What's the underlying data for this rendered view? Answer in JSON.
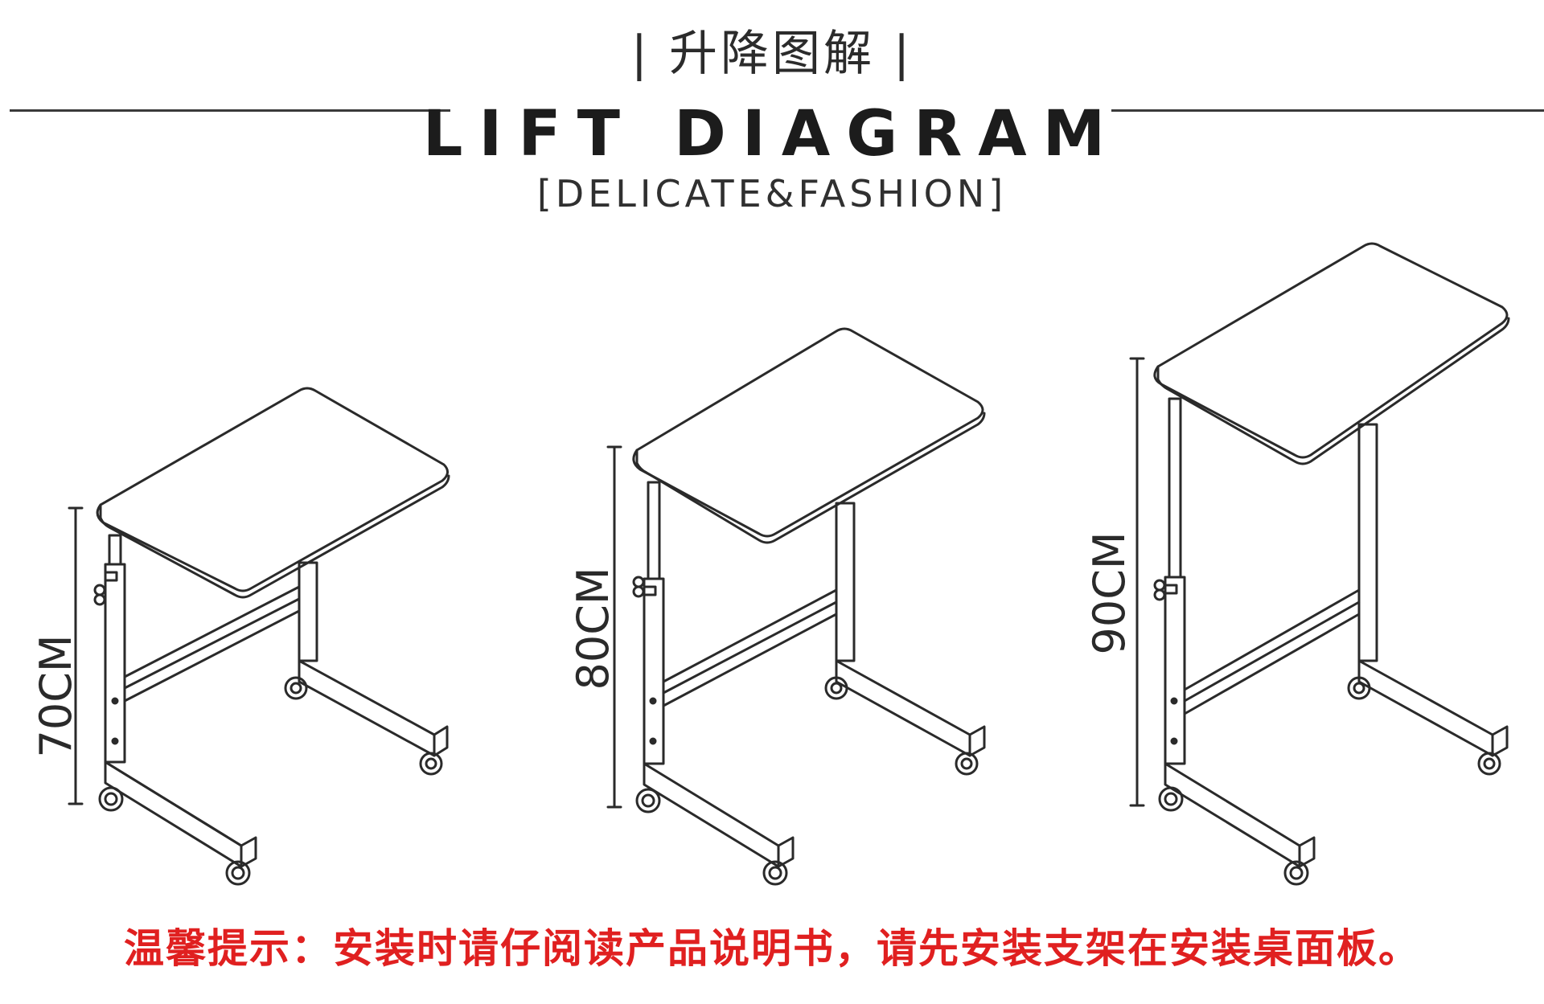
{
  "header": {
    "title_cn": "| 升降图解 |",
    "title_en": "LIFT DIAGRAM",
    "subtitle_en": "[DELICATE&FASHION]"
  },
  "heights": [
    {
      "label": "70CM"
    },
    {
      "label": "80CM"
    },
    {
      "label": "90CM"
    }
  ],
  "notice": "温馨提示：安装时请仔阅读产品说明书，请先安装支架在安装桌面板。",
  "colors": {
    "notice": "#e02020",
    "line": "#2a2a2a"
  }
}
